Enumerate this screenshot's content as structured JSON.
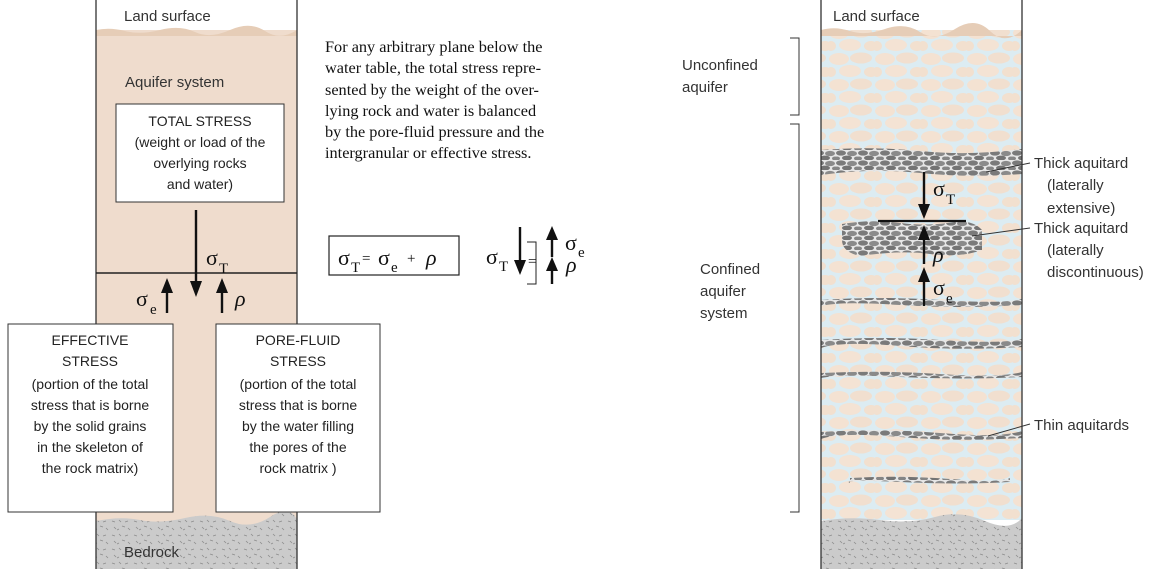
{
  "left_panel": {
    "land_surface": "Land surface",
    "aquifer_system": "Aquifer system",
    "total_stress_box": [
      "TOTAL STRESS",
      "(weight or load of the",
      "overlying rocks",
      "and water)"
    ],
    "effective_stress_box": [
      "EFFECTIVE",
      "STRESS",
      "(portion of the total",
      "stress that is borne",
      "by the solid grains",
      "in the skeleton of",
      "the rock matrix)"
    ],
    "pore_fluid_box": [
      "PORE-FLUID",
      "STRESS",
      "(portion of the total",
      "stress that is borne",
      "by the water filling",
      "the pores of the",
      "rock matrix )"
    ],
    "bedrock": "Bedrock",
    "sigma": "σ",
    "sub_T": "T",
    "sub_e": "e",
    "rho": "ρ"
  },
  "middle_text": {
    "paragraph_lines": [
      "For any arbitrary plane below the",
      "water table, the total stress repre-",
      "sented by the weight of the over-",
      "lying rock and water is balanced",
      "by the pore-fluid pressure and the",
      "intergranular or effective stress."
    ],
    "equation": {
      "lhs": "σ",
      "lhs_sub": "T",
      "eq": "=",
      "rhs1": "σ",
      "rhs1_sub": "e",
      "plus": "+",
      "rhs2": "ρ"
    },
    "arrow_eq": {
      "sigma": "σ",
      "sub_T": "T",
      "eq": "=",
      "sub_e": "e",
      "rho": "ρ"
    }
  },
  "right_panel": {
    "land_surface": "Land surface",
    "unconfined_label": [
      "Unconfined",
      "aquifer"
    ],
    "confined_label": [
      "Confined",
      "aquifer",
      "system"
    ],
    "thick_aquitard_1": [
      "Thick aquitard",
      "(laterally",
      "extensive)"
    ],
    "thick_aquitard_2": [
      "Thick aquitard",
      "(laterally",
      "discontinuous)"
    ],
    "thin_aquitards": "Thin aquitards",
    "sigma": "σ",
    "sub_T": "T",
    "sub_e": "e",
    "rho": "ρ"
  },
  "colors": {
    "aquifer_fill": "#efdccd",
    "bedrock_fill": "#c8c8c8",
    "aquitard_gray": "#7d7d7d",
    "water_blue": "#d9ebf2",
    "pebble": "#f3e2d2"
  }
}
